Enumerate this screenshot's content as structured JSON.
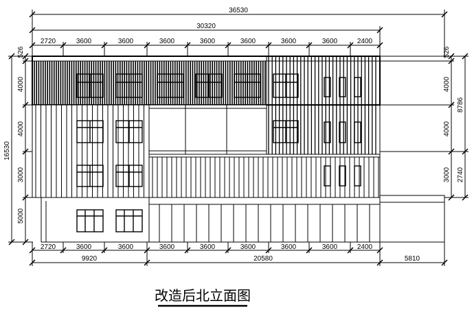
{
  "drawing": {
    "title": "改造后北立面图",
    "dimensions": {
      "overall_width": "36530",
      "upper_block_width": "30320",
      "top_bays": [
        "2720",
        "3600",
        "3600",
        "3600",
        "3600",
        "3600",
        "3600",
        "3600",
        "2400"
      ],
      "bottom_bays": [
        "2720",
        "3600",
        "3600",
        "3600",
        "3600",
        "3600",
        "3600",
        "3600",
        "2400"
      ],
      "bottom_segments": [
        "9920",
        "20580",
        "5810"
      ],
      "left_overall_height": "16530",
      "left_storeys": [
        "526",
        "4000",
        "4000",
        "3000",
        "5000"
      ],
      "right_storeys": [
        "526",
        "4000",
        "4000",
        "3000"
      ],
      "right_combined": [
        "8786",
        "2740"
      ]
    }
  }
}
